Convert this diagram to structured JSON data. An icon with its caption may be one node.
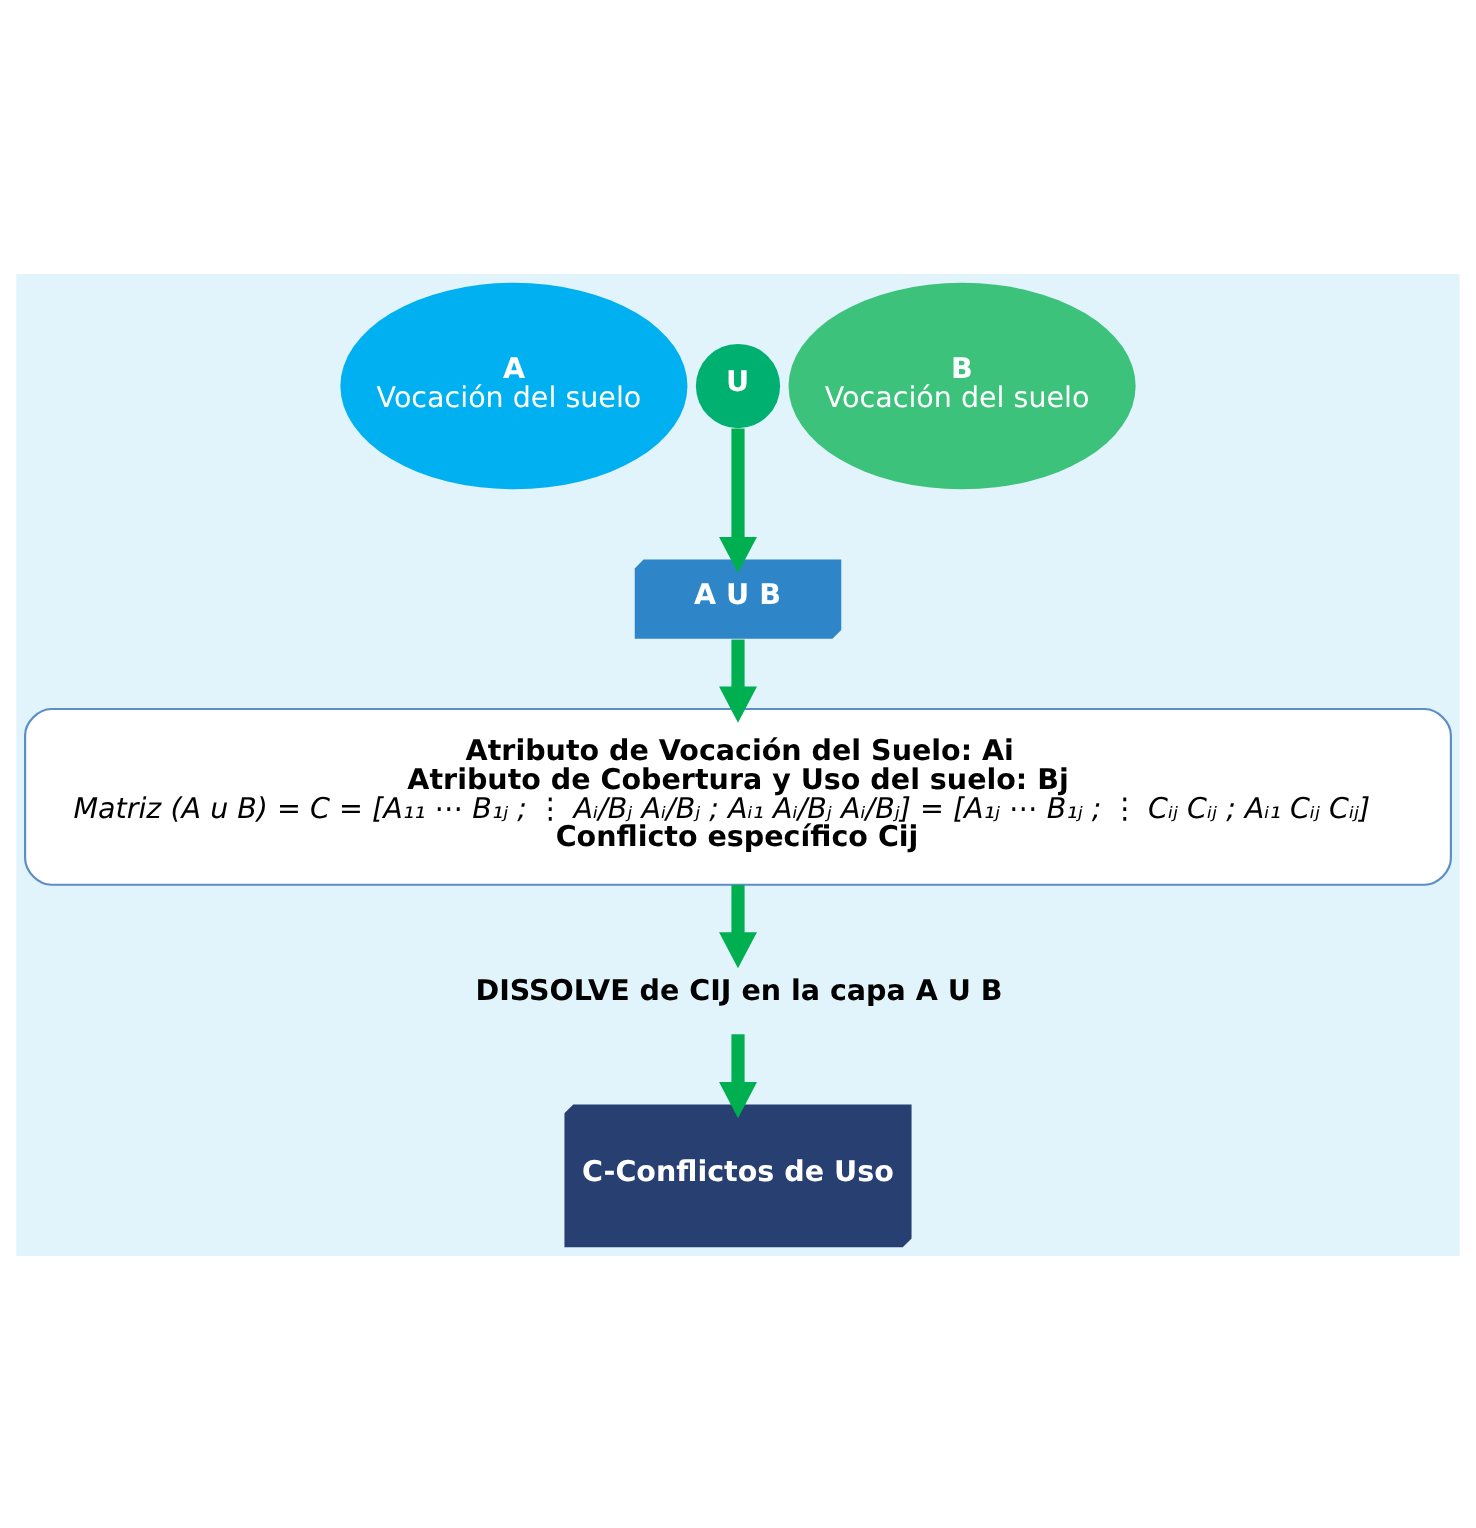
{
  "diagram": {
    "nodes": [
      {
        "text": [
          "A",
          "Vocación del suelo"
        ]
      },
      {
        "text": [
          "U"
        ]
      },
      {
        "text": [
          "B",
          "Vocación del suelo"
        ]
      },
      {
        "text": [
          "A U B"
        ]
      },
      {
        "text": [
          "Atributo de Vocación del Suelo: Ai",
          "Atributo de Cobertura y Uso del suelo: Bj",
          "Matriz (A u B) = C = [A₁₁ ⋯ B₁ⱼ ; ⋮ Aᵢ/Bⱼ Aᵢ/Bⱼ ; Aᵢ₁ Aᵢ/Bⱼ Aᵢ/Bⱼ] = [A₁ⱼ ⋯ B₁ⱼ ; ⋮ Cᵢⱼ Cᵢⱼ ; Aᵢ₁ Cᵢⱼ Cᵢⱼ]",
          "Conflicto específico Cij"
        ]
      },
      {
        "text": [
          "DISSOLVE de CIJ en la capa A U B"
        ]
      },
      {
        "text": [
          "C-Conflictos de Uso"
        ]
      }
    ],
    "edges": [
      {
        "from": 1,
        "to": 3,
        "arrow": "to"
      },
      {
        "from": 3,
        "to": 4,
        "arrow": "to"
      },
      {
        "from": 4,
        "to": 5,
        "arrow": "to"
      },
      {
        "from": 5,
        "to": 6,
        "arrow": "to"
      }
    ]
  }
}
